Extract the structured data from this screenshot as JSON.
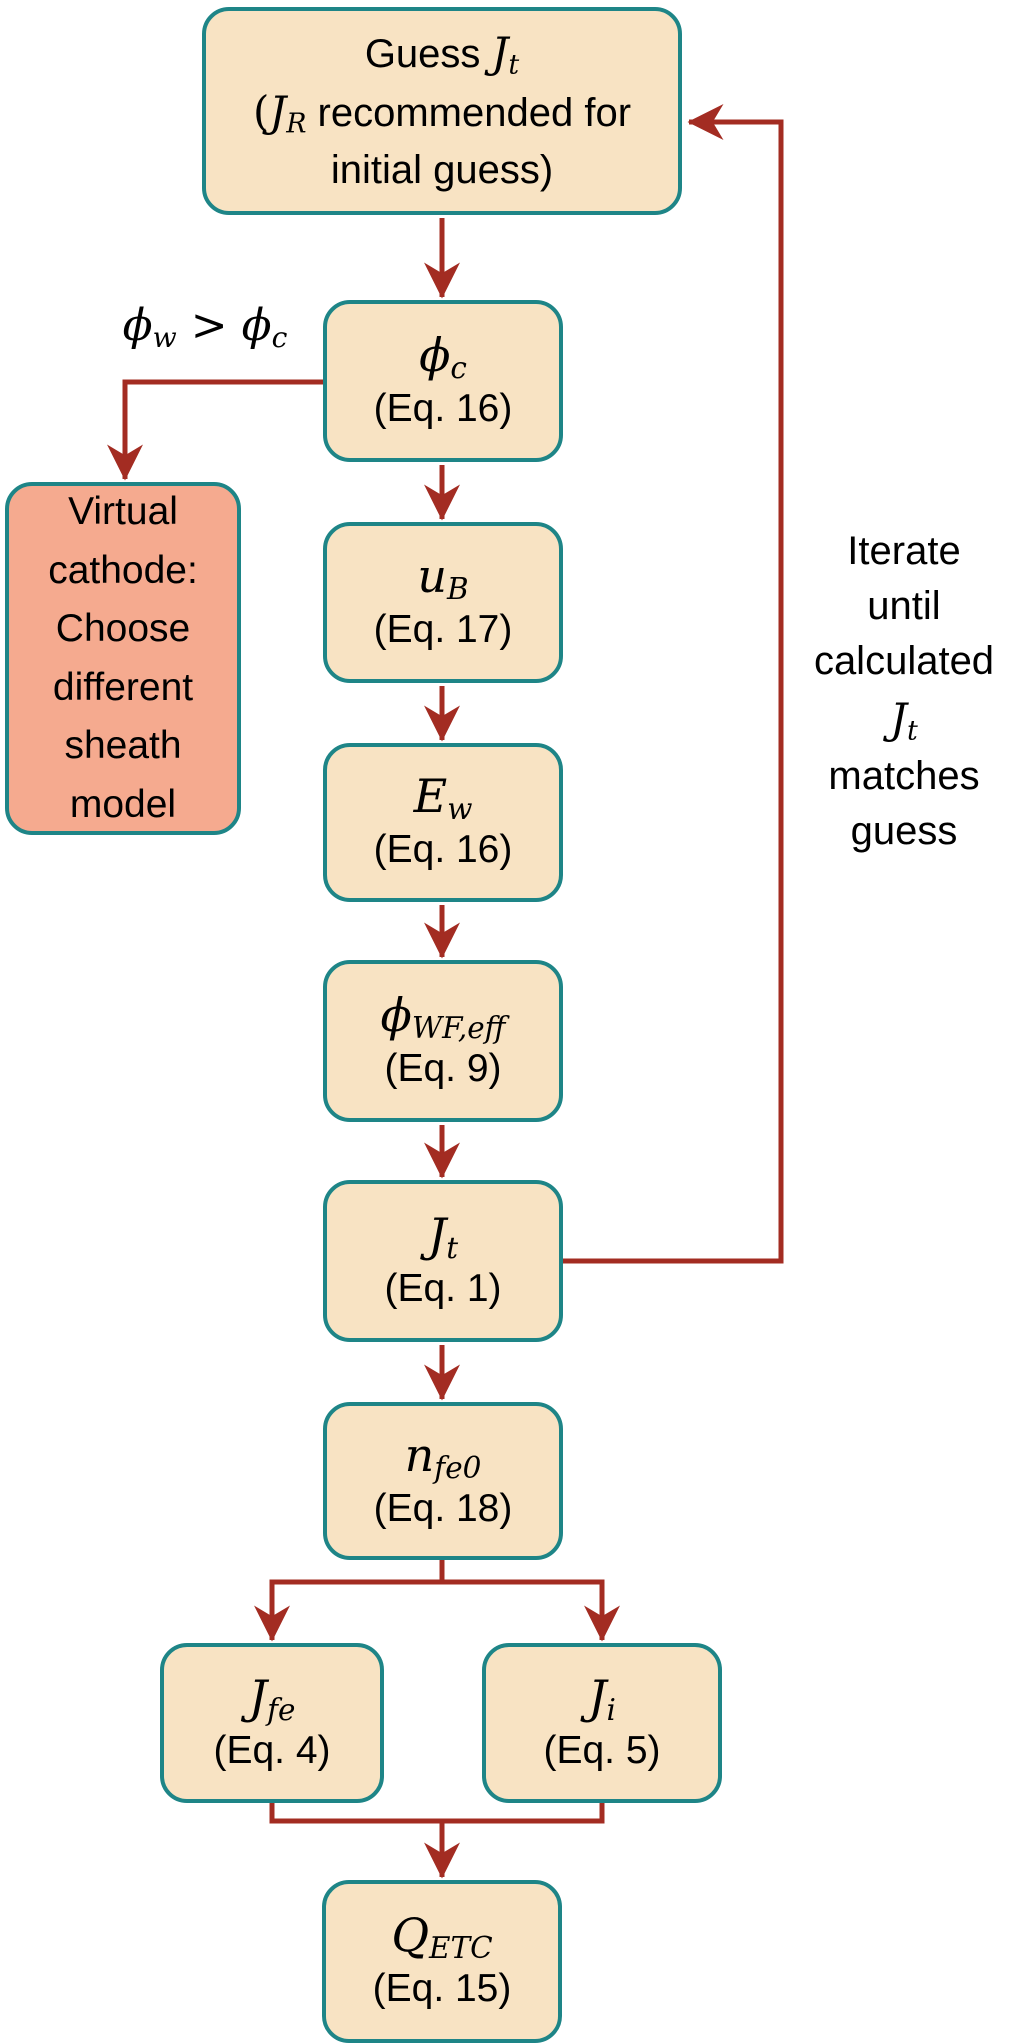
{
  "colors": {
    "box_fill": "#F8E3C3",
    "alert_fill": "#F5AA8F",
    "border": "#1E8587",
    "arrow": "#A32C22",
    "text": "#000000"
  },
  "nodes": {
    "guess": {
      "line1_text": "Guess ",
      "sym1": {
        "base": "J",
        "sub": "t"
      },
      "line2_open": "(",
      "sym2": {
        "base": "J",
        "sub": "R"
      },
      "line2_rest": " recommended for",
      "line3": "initial guess)"
    },
    "phi_c": {
      "sym": {
        "base": "ϕ",
        "sub": "c"
      },
      "eq": "(Eq. 16)"
    },
    "u_b": {
      "sym": {
        "base": "u",
        "sub": "B"
      },
      "eq": "(Eq. 17)"
    },
    "e_w": {
      "sym": {
        "base": "E",
        "sub": "w"
      },
      "eq": "(Eq. 16)"
    },
    "phi_wf": {
      "sym": {
        "base": "ϕ",
        "sub": "WF,eff"
      },
      "eq": "(Eq. 9)"
    },
    "j_t": {
      "sym": {
        "base": "J",
        "sub": "t"
      },
      "eq": "(Eq. 1)"
    },
    "n_fe0": {
      "sym": {
        "base": "n",
        "sub": "fe0"
      },
      "eq": "(Eq. 18)"
    },
    "j_fe": {
      "sym": {
        "base": "J",
        "sub": "fe"
      },
      "eq": "(Eq. 4)"
    },
    "j_i": {
      "sym": {
        "base": "J",
        "sub": "i"
      },
      "eq": "(Eq. 5)"
    },
    "q_etc": {
      "sym": {
        "base": "Q",
        "sub": "ETC"
      },
      "eq": "(Eq. 15)"
    },
    "virtual_cathode": {
      "lines": [
        "Virtual",
        "cathode:",
        "Choose",
        "different",
        "sheath",
        "model"
      ]
    }
  },
  "labels": {
    "condition": {
      "lhs": {
        "base": "ϕ",
        "sub": "w"
      },
      "op": " > ",
      "rhs": {
        "base": "ϕ",
        "sub": "c"
      }
    },
    "iterate": {
      "l1": "Iterate",
      "l2": "until",
      "l3": "calculated",
      "sym": {
        "base": "J",
        "sub": "t"
      },
      "l4": "matches",
      "l5": "guess"
    }
  }
}
